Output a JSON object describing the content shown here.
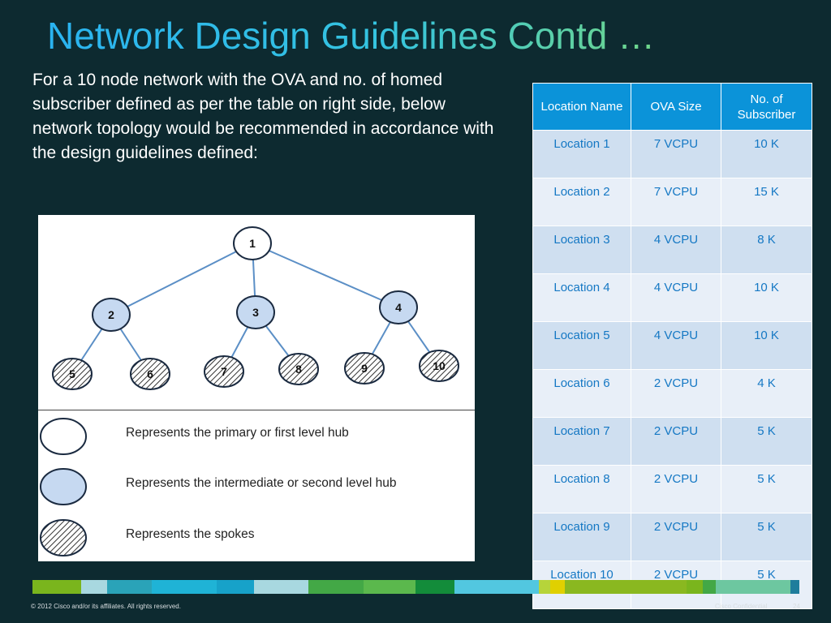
{
  "title": "Network Design Guidelines Contd …",
  "intro_text": "For a 10 node network with the OVA and no. of homed subscriber defined as per the table on right side, below network topology would be recommended in accordance with the design guidelines defined:",
  "diagram": {
    "nodes": [
      {
        "id": "1",
        "level": "primary",
        "label": "1"
      },
      {
        "id": "2",
        "level": "intermediate",
        "label": "2"
      },
      {
        "id": "3",
        "level": "intermediate",
        "label": "3"
      },
      {
        "id": "4",
        "level": "intermediate",
        "label": "4"
      },
      {
        "id": "5",
        "level": "spoke",
        "label": "5"
      },
      {
        "id": "6",
        "level": "spoke",
        "label": "6"
      },
      {
        "id": "7",
        "level": "spoke",
        "label": "7"
      },
      {
        "id": "8",
        "level": "spoke",
        "label": "8"
      },
      {
        "id": "9",
        "level": "spoke",
        "label": "9"
      },
      {
        "id": "10",
        "level": "spoke",
        "label": "10"
      }
    ],
    "edges": [
      {
        "from": "1",
        "to": "2"
      },
      {
        "from": "1",
        "to": "3"
      },
      {
        "from": "1",
        "to": "4"
      },
      {
        "from": "2",
        "to": "5"
      },
      {
        "from": "2",
        "to": "6"
      },
      {
        "from": "3",
        "to": "7"
      },
      {
        "from": "3",
        "to": "8"
      },
      {
        "from": "4",
        "to": "9"
      },
      {
        "from": "4",
        "to": "10"
      }
    ]
  },
  "legend": [
    {
      "level": "primary",
      "text": "Represents the primary or first level hub"
    },
    {
      "level": "intermediate",
      "text": "Represents the intermediate or second level hub"
    },
    {
      "level": "spoke",
      "text": "Represents the spokes"
    }
  ],
  "table": {
    "headers": [
      "Location Name",
      "OVA Size",
      "No. of Subscriber"
    ],
    "rows": [
      [
        "Location 1",
        "7 VCPU",
        "10 K"
      ],
      [
        "Location 2",
        "7 VCPU",
        "15 K"
      ],
      [
        "Location 3",
        "4 VCPU",
        "8 K"
      ],
      [
        "Location 4",
        "4 VCPU",
        "10 K"
      ],
      [
        "Location 5",
        "4 VCPU",
        "10 K"
      ],
      [
        "Location 6",
        "2 VCPU",
        "4 K"
      ],
      [
        "Location 7",
        "2 VCPU",
        "5 K"
      ],
      [
        "Location 8",
        "2 VCPU",
        "5 K"
      ],
      [
        "Location 9",
        "2 VCPU",
        "5 K"
      ],
      [
        "Location 10",
        "2 VCPU",
        "5 K"
      ]
    ]
  },
  "colors": {
    "background": "#0d2a30",
    "title_start": "#2ab3f0",
    "title_end": "#6fd68a",
    "table_header": "#0b93d9",
    "table_text": "#1578c4",
    "row_odd": "#cfdff0",
    "row_even": "#e8eff8",
    "node_intermediate": "#c6d9f1",
    "edge": "#5b8fc6",
    "footer_stripes": [
      "#7ab51d",
      "#a8d8e0",
      "#2aa3b8",
      "#1fb3d6",
      "#17a2c9",
      "#a8d8e0",
      "#43a846",
      "#5bb84d",
      "#138c3a",
      "#52c7e0",
      "#b6d43a",
      "#e0d000",
      "#8ab820",
      "#7ab51d",
      "#43a846",
      "#6dc7a0",
      "#1e7d9c"
    ]
  },
  "footer": {
    "copyright": "© 2012 Cisco and/or its affiliates. All rights reserved.",
    "confidential": "Cisco Confidential",
    "page_number": "24"
  }
}
